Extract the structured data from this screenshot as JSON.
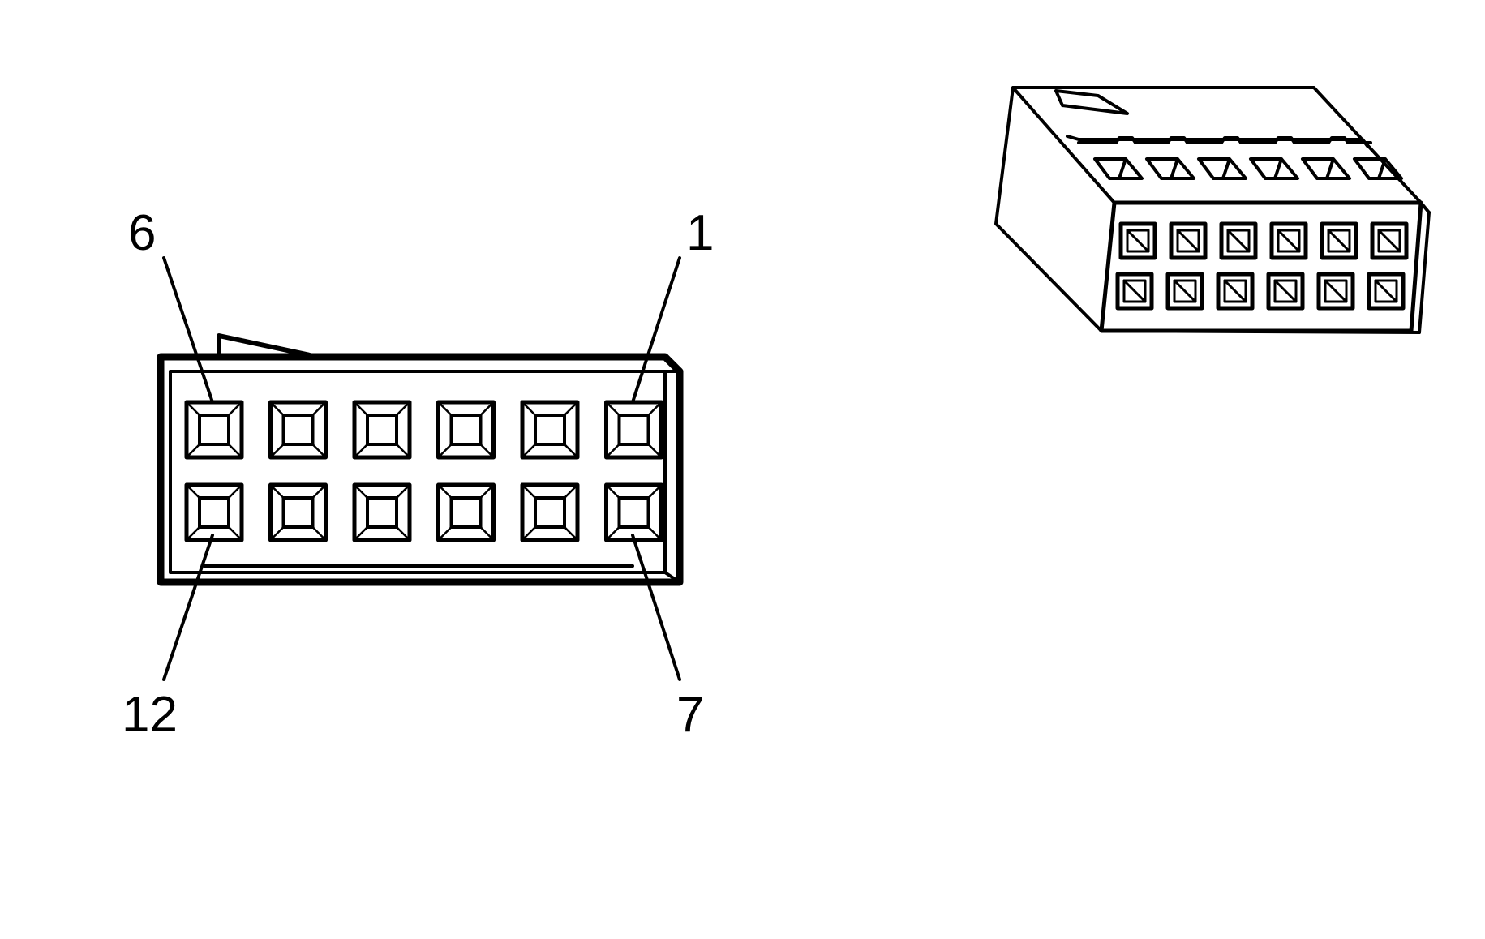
{
  "connector_face_view": {
    "pin_labels": {
      "top_left": "6",
      "top_right": "1",
      "bottom_left": "12",
      "bottom_right": "7"
    },
    "rows": 2,
    "columns": 6
  },
  "connector_isometric_view": {
    "rows": 2,
    "columns": 6
  }
}
